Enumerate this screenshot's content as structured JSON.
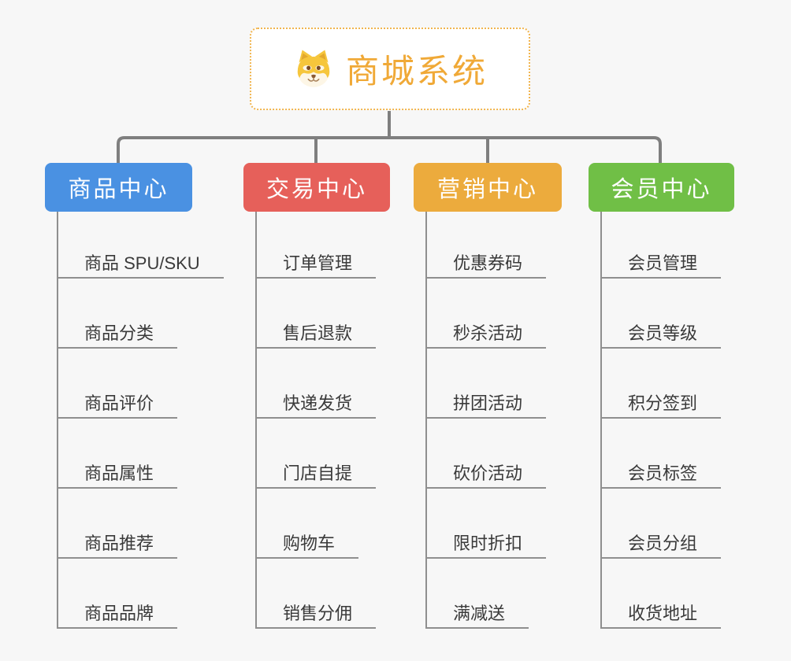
{
  "root": {
    "title": "商城系统",
    "icon": "shiba-dog-icon"
  },
  "branches": [
    {
      "id": "product-center",
      "label": "商品中心",
      "color": "#4a91e2",
      "children": [
        "商品 SPU/SKU",
        "商品分类",
        "商品评价",
        "商品属性",
        "商品推荐",
        "商品品牌"
      ]
    },
    {
      "id": "trade-center",
      "label": "交易中心",
      "color": "#e6605a",
      "children": [
        "订单管理",
        "售后退款",
        "快递发货",
        "门店自提",
        "购物车",
        "销售分佣"
      ]
    },
    {
      "id": "marketing-center",
      "label": "营销中心",
      "color": "#ecab3d",
      "children": [
        "优惠券码",
        "秒杀活动",
        "拼团活动",
        "砍价活动",
        "限时折扣",
        "满减送"
      ]
    },
    {
      "id": "member-center",
      "label": "会员中心",
      "color": "#70bf46",
      "children": [
        "会员管理",
        "会员等级",
        "积分签到",
        "会员标签",
        "会员分组",
        "收货地址"
      ]
    }
  ],
  "colors": {
    "background": "#f7f7f7",
    "connector": "#7f7f7f",
    "leaf_line": "#8f8f8f",
    "leaf_text": "#3a3a3a",
    "root_text": "#f0a937",
    "root_border": "#f1b54f",
    "branch_text": "#ffffff"
  }
}
